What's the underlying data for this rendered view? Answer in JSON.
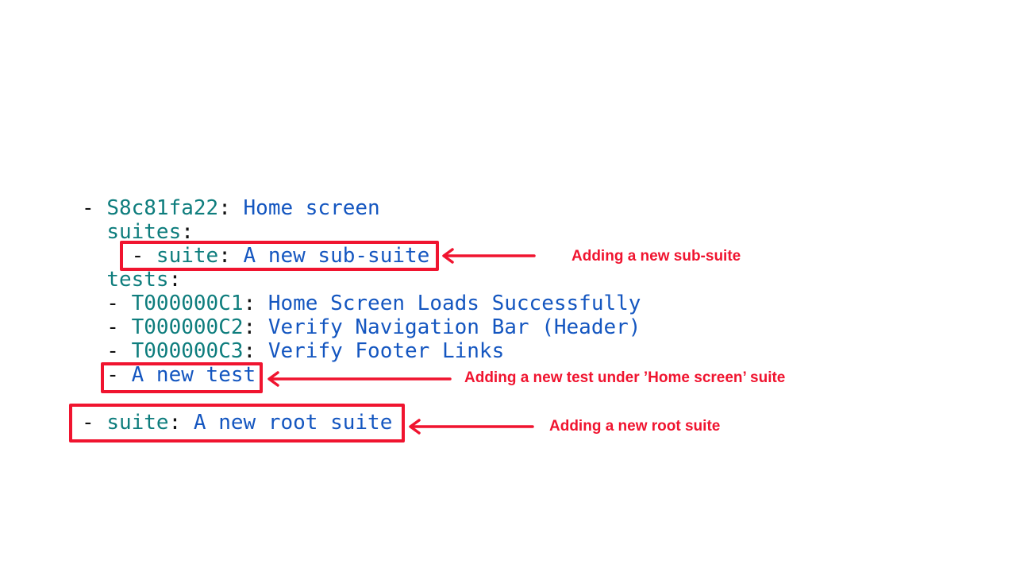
{
  "colors": {
    "key": "#0e7d7d",
    "value": "#1456c0",
    "plain": "#111111",
    "accent_red": "#f0142f"
  },
  "code_block": {
    "language": "yaml",
    "lines": [
      {
        "tokens": [
          {
            "text": "- ",
            "type": "plain"
          },
          {
            "text": "S8c81fa22",
            "type": "key"
          },
          {
            "text": ": ",
            "type": "plain"
          },
          {
            "text": "Home screen",
            "type": "value"
          }
        ]
      },
      {
        "tokens": [
          {
            "text": "  ",
            "type": "plain"
          },
          {
            "text": "suites",
            "type": "key"
          },
          {
            "text": ":",
            "type": "plain"
          }
        ]
      },
      {
        "tokens": [
          {
            "text": "    - ",
            "type": "plain"
          },
          {
            "text": "suite",
            "type": "key"
          },
          {
            "text": ": ",
            "type": "plain"
          },
          {
            "text": "A new sub-suite",
            "type": "value"
          }
        ]
      },
      {
        "tokens": [
          {
            "text": "  ",
            "type": "plain"
          },
          {
            "text": "tests",
            "type": "key"
          },
          {
            "text": ":",
            "type": "plain"
          }
        ]
      },
      {
        "tokens": [
          {
            "text": "  - ",
            "type": "plain"
          },
          {
            "text": "T000000C1",
            "type": "key"
          },
          {
            "text": ": ",
            "type": "plain"
          },
          {
            "text": "Home Screen Loads Successfully",
            "type": "value"
          }
        ]
      },
      {
        "tokens": [
          {
            "text": "  - ",
            "type": "plain"
          },
          {
            "text": "T000000C2",
            "type": "key"
          },
          {
            "text": ": ",
            "type": "plain"
          },
          {
            "text": "Verify Navigation Bar (Header)",
            "type": "value"
          }
        ]
      },
      {
        "tokens": [
          {
            "text": "  - ",
            "type": "plain"
          },
          {
            "text": "T000000C3",
            "type": "key"
          },
          {
            "text": ": ",
            "type": "plain"
          },
          {
            "text": "Verify Footer Links",
            "type": "value"
          }
        ]
      },
      {
        "tokens": [
          {
            "text": "  - ",
            "type": "plain"
          },
          {
            "text": "A new test",
            "type": "value"
          }
        ]
      },
      {
        "tokens": []
      },
      {
        "tokens": [
          {
            "text": "- ",
            "type": "plain"
          },
          {
            "text": "suite",
            "type": "key"
          },
          {
            "text": ": ",
            "type": "plain"
          },
          {
            "text": "A new root suite",
            "type": "value"
          }
        ]
      }
    ]
  },
  "annotations": [
    {
      "id": "sub-suite",
      "label": "Adding a new sub-suite"
    },
    {
      "id": "new-test",
      "label": "Adding a new test under ’Home screen’ suite"
    },
    {
      "id": "root-suite",
      "label": "Adding a new root suite"
    }
  ]
}
